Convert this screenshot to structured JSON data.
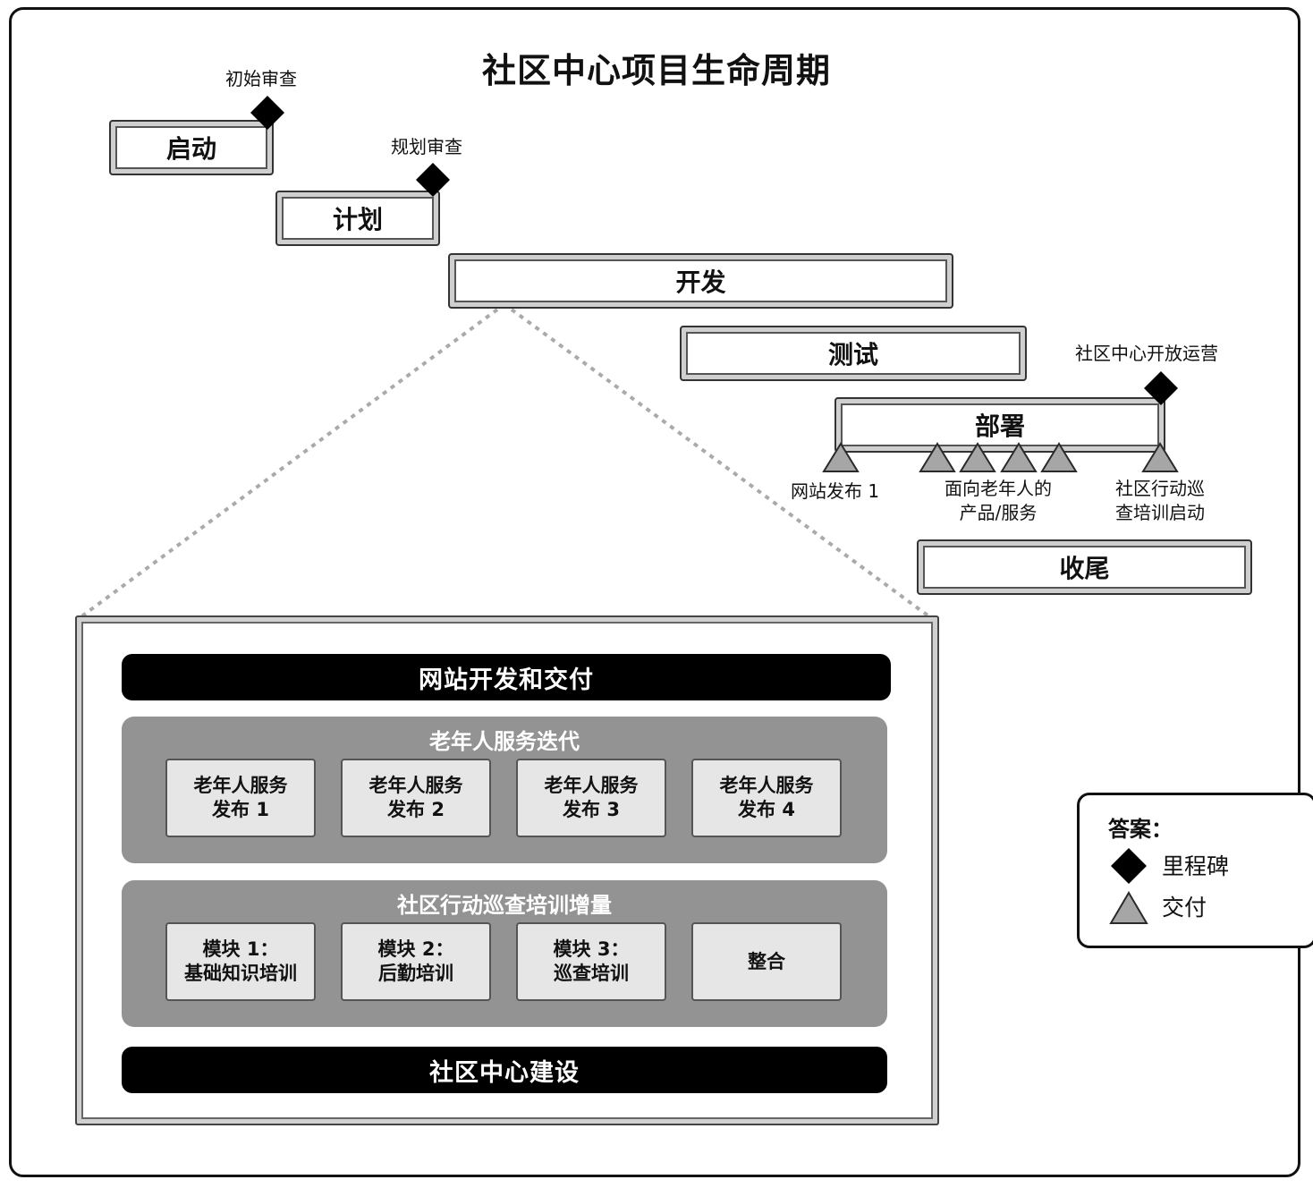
{
  "title": "社区中心项目生命周期",
  "phases": {
    "initiation": "启动",
    "planning": "计划",
    "development": "开发",
    "testing": "测试",
    "deployment": "部署",
    "closure": "收尾"
  },
  "milestones": {
    "initial_review": "初始审查",
    "planning_review": "规划审查",
    "center_opening": "社区中心开放运营"
  },
  "deliverables": {
    "website_release_1": "网站发布 1",
    "senior_products_line1": "面向老年人的",
    "senior_products_line2": "产品/服务",
    "patrol_training_line1": "社区行动巡",
    "patrol_training_line2": "查培训启动"
  },
  "detail": {
    "website_bar": "网站开发和交付",
    "senior_group": {
      "title": "老年人服务迭代",
      "cards": [
        {
          "line1": "老年人服务",
          "line2": "发布 1"
        },
        {
          "line1": "老年人服务",
          "line2": "发布 2"
        },
        {
          "line1": "老年人服务",
          "line2": "发布 3"
        },
        {
          "line1": "老年人服务",
          "line2": "发布 4"
        }
      ]
    },
    "training_group": {
      "title": "社区行动巡查培训增量",
      "cards": [
        {
          "line1": "模块 1：",
          "line2": "基础知识培训"
        },
        {
          "line1": "模块 2：",
          "line2": "后勤培训"
        },
        {
          "line1": "模块 3：",
          "line2": "巡查培训"
        },
        {
          "line1": "整合",
          "line2": ""
        }
      ]
    },
    "construction_bar": "社区中心建设"
  },
  "legend": {
    "title": "答案：",
    "milestone": "里程碑",
    "deliverable": "交付"
  }
}
